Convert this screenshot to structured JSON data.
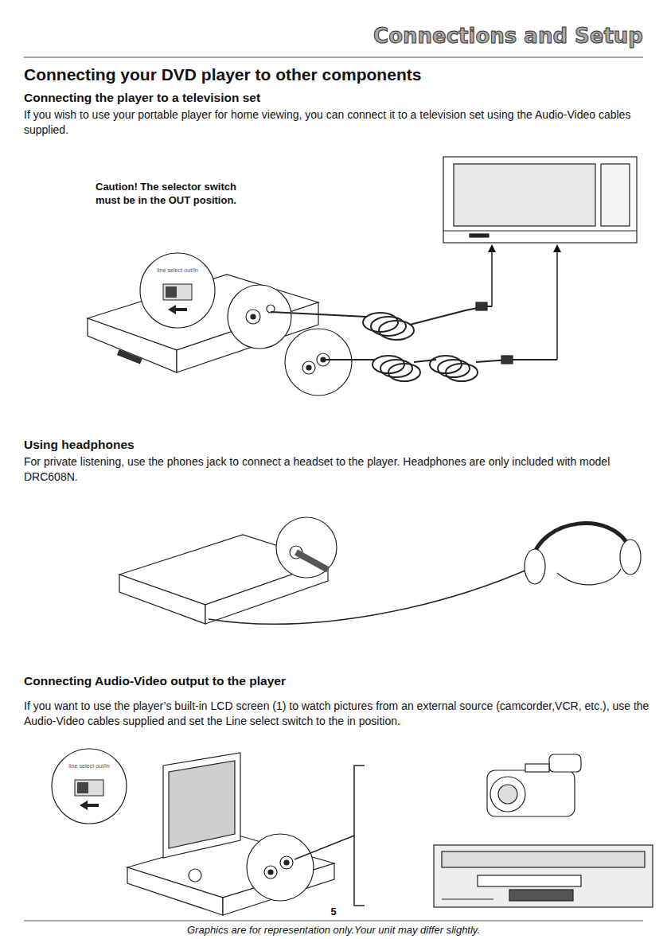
{
  "diagram": {
    "title": "Connecting your DVD player to other components",
    "caption": "Graphics are for representation only.Your unit may differ slightly.",
    "nodes": [
      {
        "text": [
          "line select out/in"
        ]
      },
      {
        "text": [
          "line select out/in"
        ]
      }
    ],
    "labels": [
      "Connections and Setup",
      "Connecting the player to a television set",
      "If you wish to use your portable player for home viewing, you can connect it to a television set using the Audio-Video cables supplied.",
      "Caution! The selector switch must be in the OUT position.",
      "Using headphones",
      "For private listening, use the phones jack to connect a headset to the player. Headphones are only included with model DRC608N.",
      "Connecting Audio-Video output to the player",
      "If you want to use the player’s built-in LCD screen (1) to watch pictures from an external source (camcorder,VCR, etc.), use the Audio-Video cables supplied and set the Line select switch to the in position.",
      "5"
    ]
  }
}
